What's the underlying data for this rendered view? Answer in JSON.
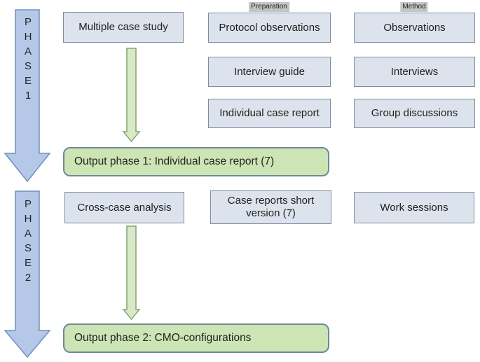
{
  "colors": {
    "box_fill": "#dce3ec",
    "box_border": "#7d8da0",
    "phase_arrow_fill": "#b5c8e8",
    "phase_arrow_border": "#7090c0",
    "green_arrow_fill": "#d8e9c8",
    "green_arrow_border": "#84a471",
    "output_fill": "#cde4b5",
    "output_border": "#6d8a96",
    "header_highlight": "#c5c5c5",
    "text": "#1f1f1f"
  },
  "column_headers": {
    "preparation": "Preparation",
    "method": "Method"
  },
  "phase1": {
    "arrow_label": "P\nH\nA\nS\nE\n1",
    "activity": "Multiple case study",
    "preparation": [
      "Protocol observations",
      "Interview guide",
      "Individual case report"
    ],
    "method": [
      "Observations",
      "Interviews",
      "Group discussions"
    ],
    "output": "Output phase 1: Individual case report (7)"
  },
  "phase2": {
    "arrow_label": "P\nH\nA\nS\nE\n2",
    "activity": "Cross-case analysis",
    "preparation": [
      "Case reports short version (7)"
    ],
    "method": [
      "Work sessions"
    ],
    "output": "Output phase 2: CMO-configurations"
  }
}
